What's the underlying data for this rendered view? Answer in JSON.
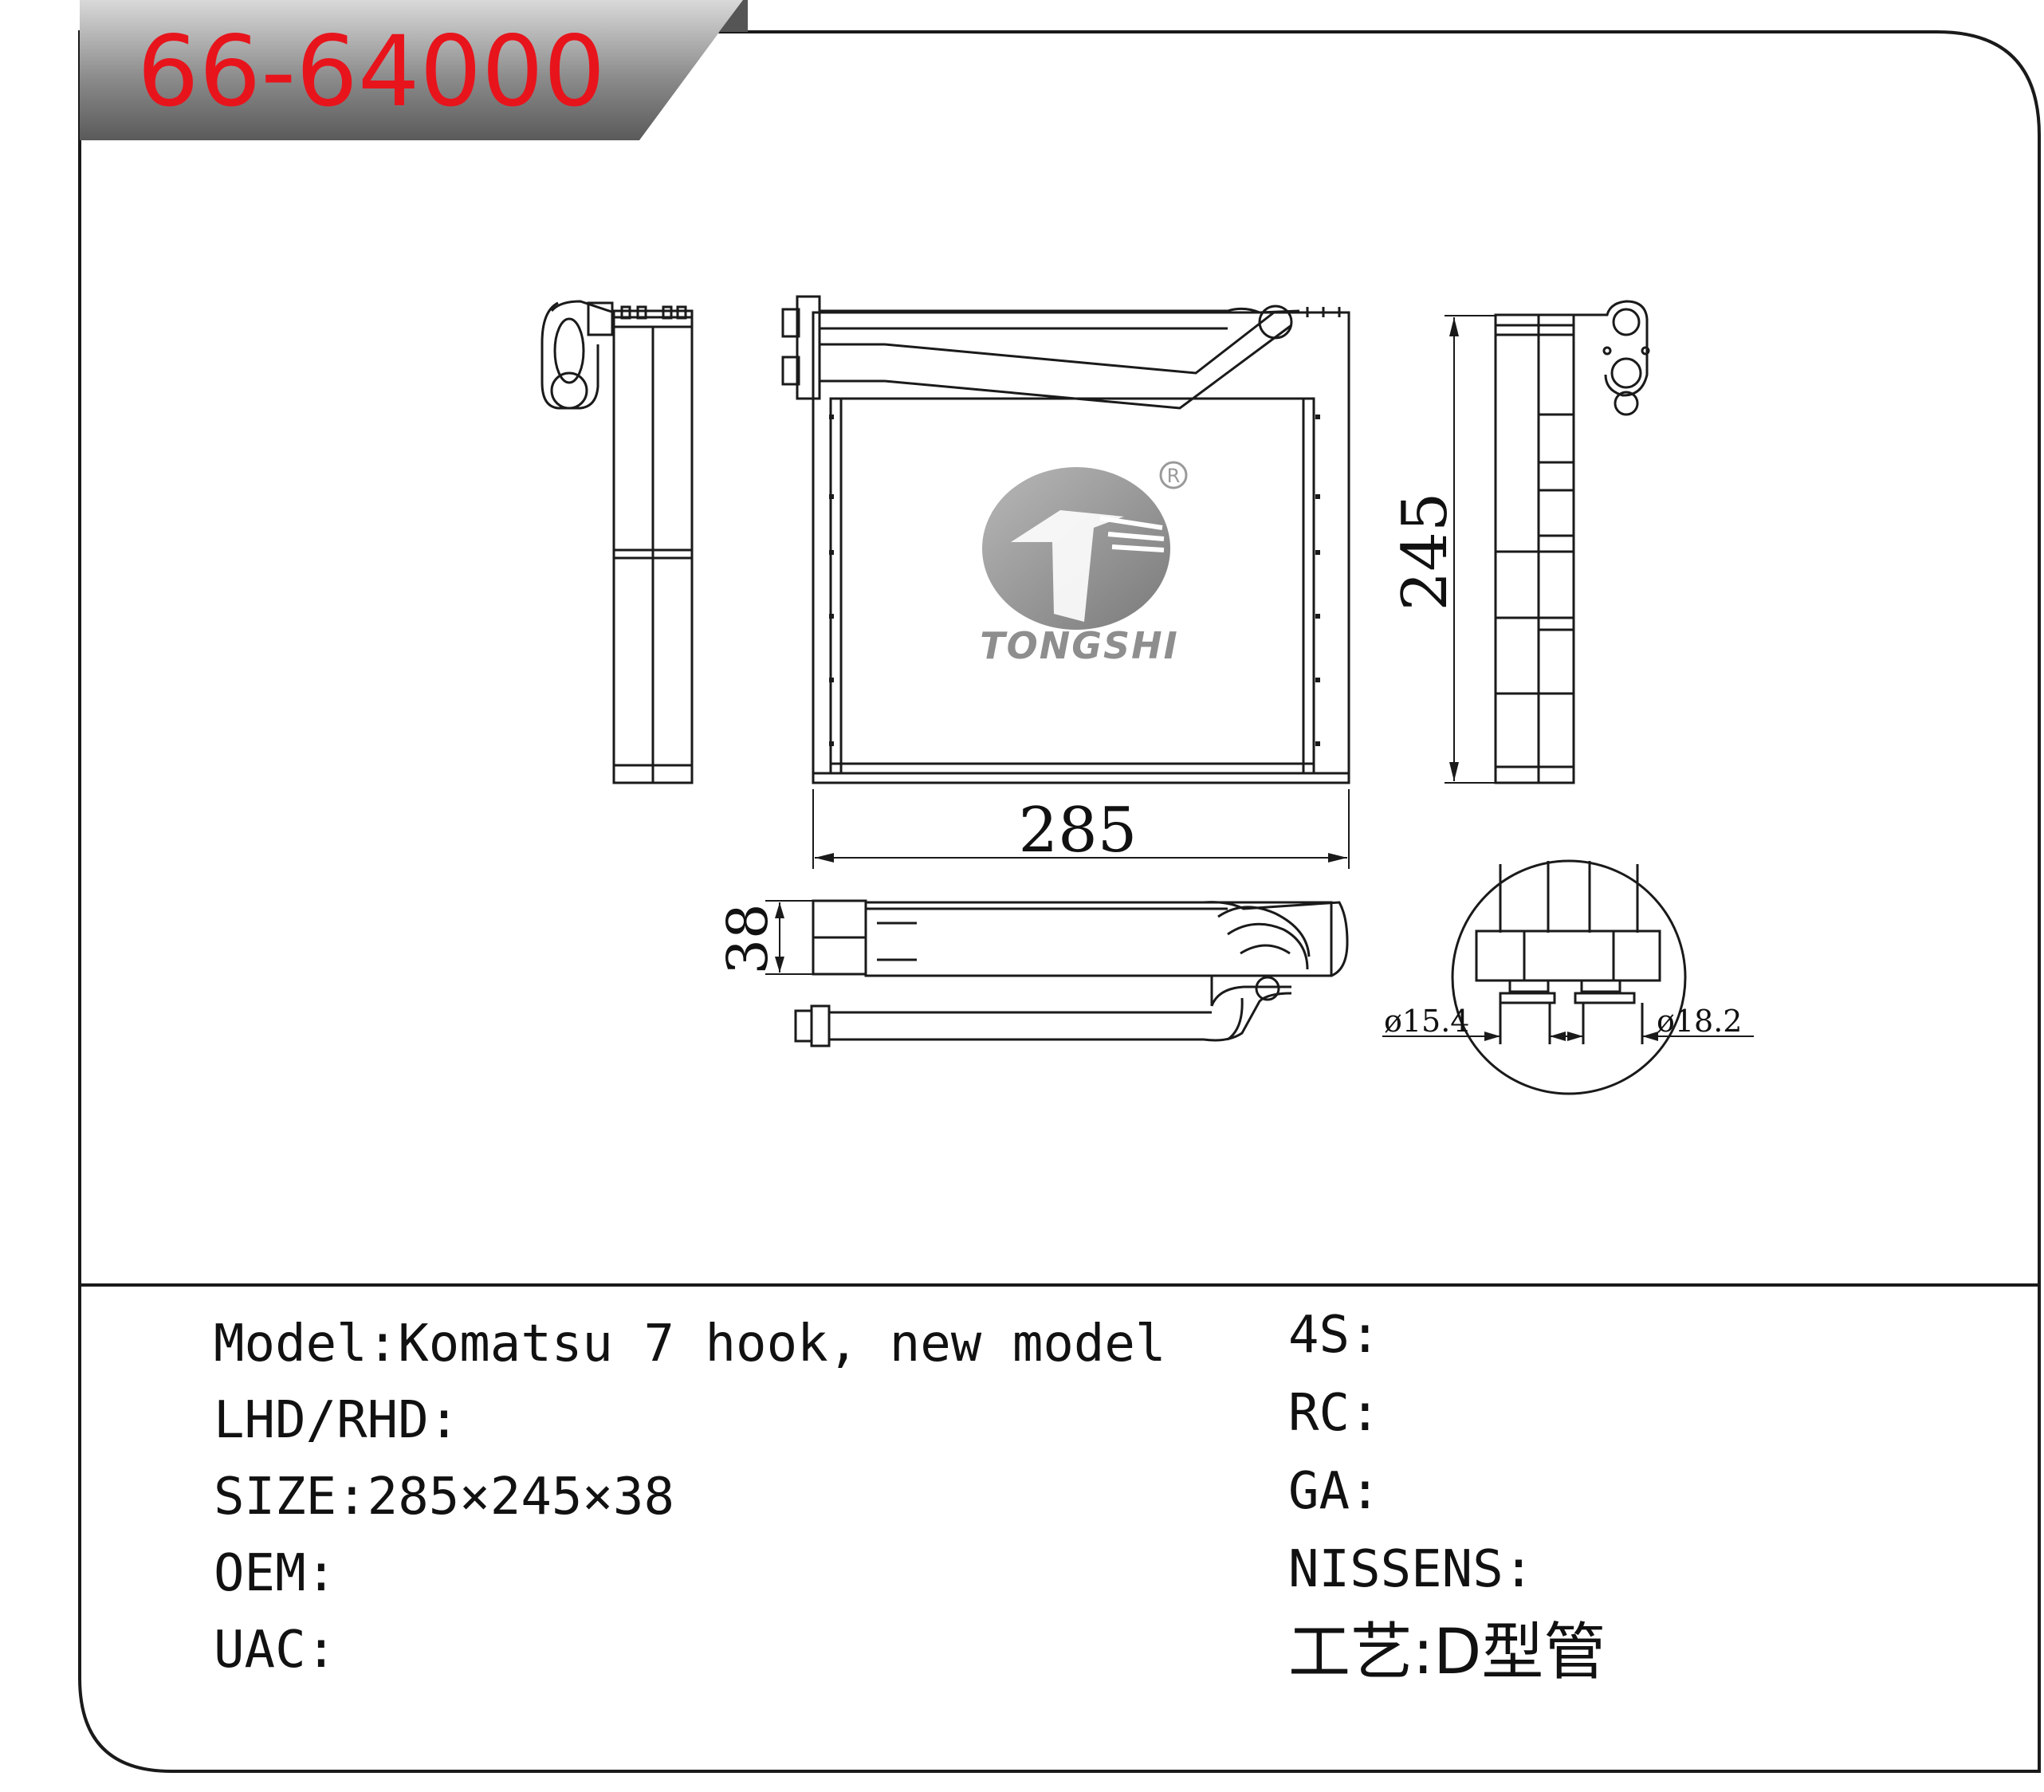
{
  "part_number": "66-64000",
  "brand_logo_text": "TONGSHI",
  "registered_mark": "R",
  "dimensions": {
    "width": "285",
    "height": "245",
    "depth": "38",
    "inlet_diameter": "ø15.4",
    "outlet_diameter": "ø18.2"
  },
  "specs_left": [
    {
      "label": "Model:",
      "value": "Komatsu 7 hook, new model"
    },
    {
      "label": "LHD/RHD:",
      "value": ""
    },
    {
      "label": "SIZE:",
      "value": "285×245×38"
    },
    {
      "label": "OEM:",
      "value": ""
    },
    {
      "label": "UAC:",
      "value": ""
    }
  ],
  "specs_right": [
    {
      "label": "4S:",
      "value": ""
    },
    {
      "label": "RC:",
      "value": ""
    },
    {
      "label": "GA:",
      "value": ""
    },
    {
      "label": "NISSENS:",
      "value": ""
    },
    {
      "label": "工艺:",
      "value": "D型管"
    }
  ],
  "colors": {
    "part_number": "#e8141c",
    "title_band": "#8a8a8a",
    "logo": "#9a9a9a",
    "line": "#1a1a1a"
  }
}
